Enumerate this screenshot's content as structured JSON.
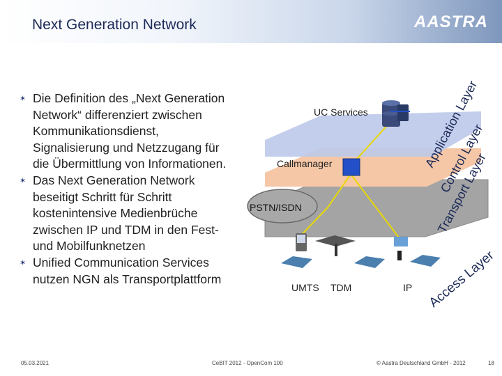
{
  "header": {
    "title": "Next Generation Network",
    "brand": "AASTRA"
  },
  "bullets": [
    "Die Definition des „Next Generation Network“ differenziert zwischen Kommunikationsdienst, Signalisierung und Netzzugang für die Übermittlung von Informationen.",
    "Das Next Generation Network beseitigt Schritt für Schritt kostenintensive Medienbrüche zwischen IP und TDM in den Fest- und Mobilfunknetzen",
    "Unified Communication Services nutzen NGN als Transportplattform"
  ],
  "diagram": {
    "uc_services": "UC Services",
    "callmanager": "Callmanager",
    "pstn_isdn": "PSTN/ISDN",
    "umts": "UMTS",
    "tdm": "TDM",
    "ip": "IP",
    "layers": {
      "application": "Application Layer",
      "control": "Control Layer",
      "transport": "Transport Layer",
      "access": "Access Layer"
    }
  },
  "footer": {
    "date": "05.03.2021",
    "event": "CeBIT 2012 - OpenCom 100",
    "copyright": "© Aastra Deutschland GmbH - 2012",
    "page": "18"
  },
  "colors": {
    "title": "#1d2a57",
    "brand_bg": "#7f97bd",
    "uc_plane": "#bcc9ea",
    "control_plane": "#f5c7a6",
    "transport_plane": "#a4a4a4",
    "callmanager_box": "#2350c8",
    "link_yellow": "#e8d800"
  }
}
